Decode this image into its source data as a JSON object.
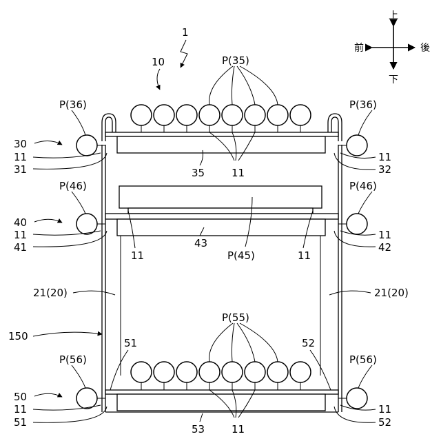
{
  "figure": {
    "labels": {
      "ref_1": "1",
      "ref_10": "10",
      "p35": "P(35)",
      "p36_left": "P(36)",
      "p36_right": "P(36)",
      "ref_30": "30",
      "ref_11_l1": "11",
      "ref_31": "31",
      "ref_35": "35",
      "ref_11_mid_top": "11",
      "ref_11_r1": "11",
      "ref_32": "32",
      "p46_left": "P(46)",
      "p46_right": "P(46)",
      "ref_40": "40",
      "ref_11_l2": "11",
      "ref_41": "41",
      "ref_11_a": "11",
      "ref_43": "43",
      "p45": "P(45)",
      "ref_11_b": "11",
      "ref_11_r2": "11",
      "ref_42": "42",
      "ref_21_left": "21(20)",
      "ref_21_right": "21(20)",
      "ref_150": "150",
      "p55": "P(55)",
      "ref_51_top": "51",
      "ref_52_top": "52",
      "p56_left": "P(56)",
      "p56_right": "P(56)",
      "ref_50": "50",
      "ref_11_l3": "11",
      "ref_51_bottom": "51",
      "ref_53": "53",
      "ref_11_mid_bottom": "11",
      "ref_11_r3": "11",
      "ref_52_bottom": "52"
    },
    "direction": {
      "up": "上",
      "down": "下",
      "front": "前",
      "back": "後"
    }
  }
}
